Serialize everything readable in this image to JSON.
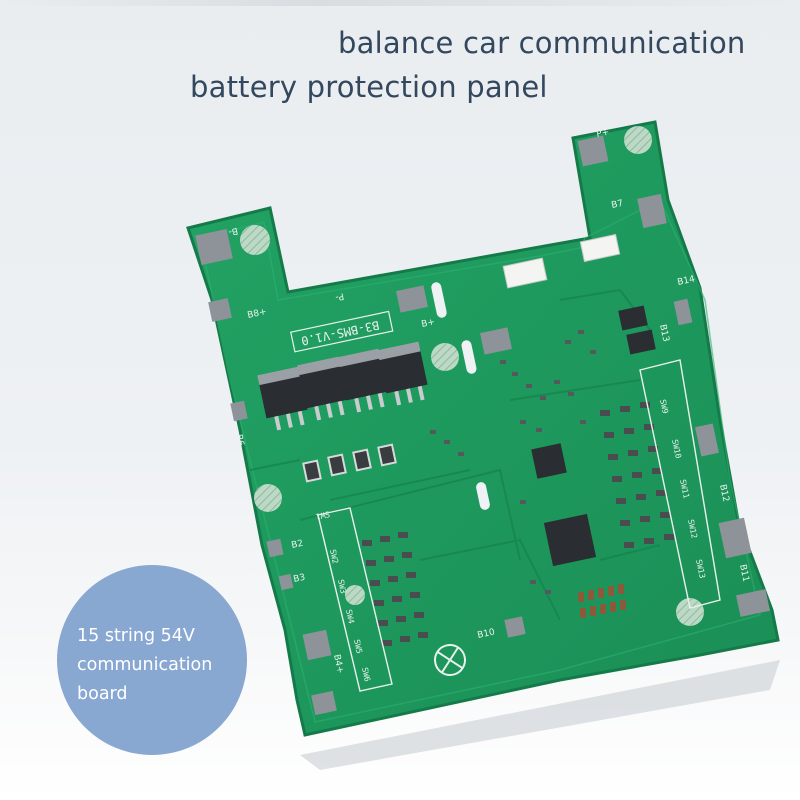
{
  "headline": {
    "line1": "balance car communication",
    "line2": "battery protection panel"
  },
  "badge": {
    "line1": "15 string 54V",
    "line2": "communication",
    "line3": "board"
  },
  "board": {
    "silkscreen_model": "B3-BMS-V1.0",
    "colors": {
      "pcb": "#1f9a5e",
      "pcb_dark": "#17804d",
      "pad": "#8d9399",
      "mosfet": "#2a2d31",
      "badge": "#7fa1cf",
      "text": "#33475f"
    },
    "labels": {
      "p_plus": "P+",
      "p_minus": "P-",
      "b_minus": "B-",
      "b_plus": "B+",
      "b8_plus": "B8+",
      "b7": "B7",
      "b12": "B12",
      "b11": "B11",
      "b10": "B10",
      "b4_plus": "B4+",
      "b3": "B3",
      "b2": "B2",
      "b6": "B6",
      "b13": "B13",
      "b14": "B14",
      "sw1": "SW1",
      "sw2": "SW2",
      "sw3": "SW3",
      "sw4": "SW4",
      "sw5": "SW5",
      "sw6": "SW6",
      "sw9": "SW9",
      "sw10": "SW10",
      "sw11": "SW11",
      "sw12": "SW12",
      "sw13": "SW13"
    }
  }
}
